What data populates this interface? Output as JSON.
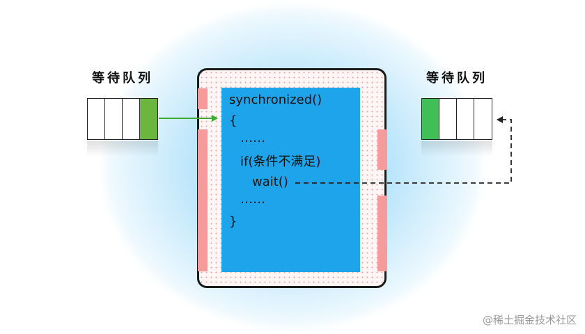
{
  "left_queue": {
    "title": "等待队列",
    "cells": 4,
    "filled_index": 3,
    "filled_color": "#6bb63e"
  },
  "right_queue": {
    "title": "等待队列",
    "cells": 4,
    "filled_index": 0,
    "filled_color": "#3fbf55"
  },
  "code": {
    "line1": "synchronized()",
    "line2": "{",
    "line3": "……",
    "line4": "if(条件不满足)",
    "line5": "wait()",
    "line6": "……",
    "line7": "}"
  },
  "colors": {
    "code_panel": "#1ea4ea",
    "pink_bars": "#f59b9b",
    "enter_arrow": "#3aaa35",
    "wait_arrow": "#222222"
  },
  "watermark": "@稀土掘金技术社区"
}
